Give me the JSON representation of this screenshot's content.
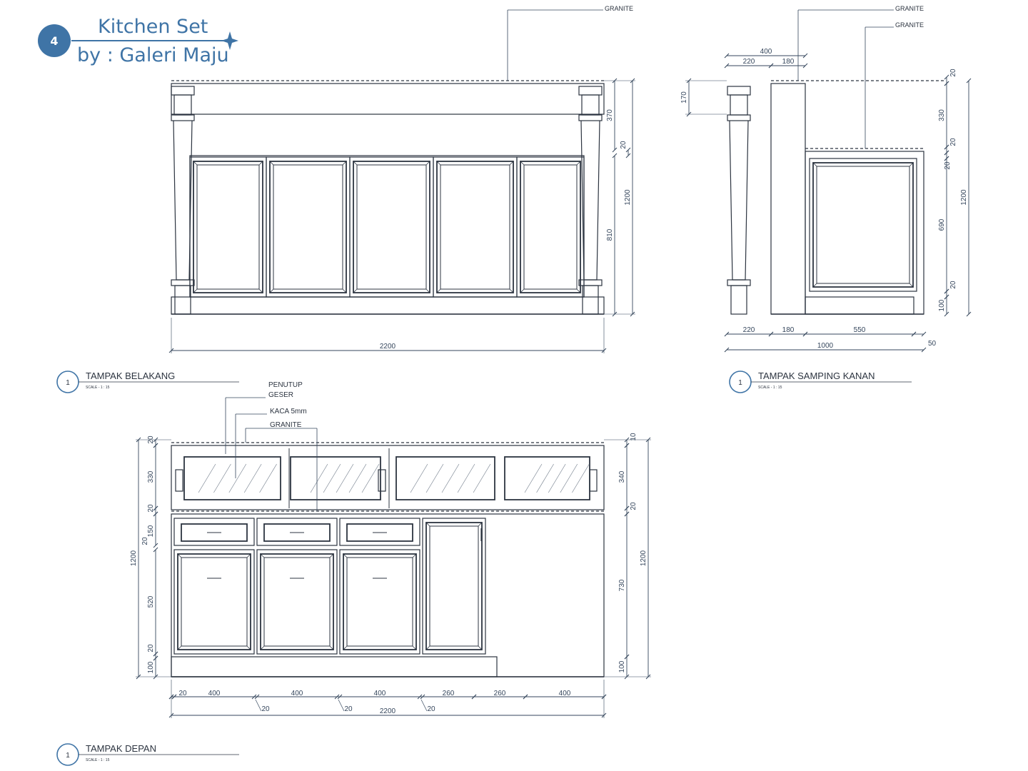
{
  "header": {
    "badge_number": "4",
    "title": "Kitchen Set",
    "subtitle": "by : Galeri Maju",
    "accent_color": "#3f74a6"
  },
  "colors": {
    "line": "#2c3440",
    "dim": "#35465c",
    "accent": "#3f74a6"
  },
  "back_view": {
    "title": "TAMPAK BELAKANG",
    "scale": "SCALE - 1 : 15",
    "number": "1",
    "material": "GRANITE",
    "dims": {
      "width": "2200",
      "top": "370",
      "gap": "20",
      "lower": "810",
      "total": "1200"
    }
  },
  "side_view": {
    "title": "TAMPAK SAMPING KANAN",
    "scale": "SCALE - 1 : 15",
    "number": "1",
    "material_1": "GRANITE",
    "material_2": "GRANITE",
    "dims": {
      "top_total": "400",
      "top_a": "220",
      "top_b": "180",
      "cap": "170",
      "h_top": "20",
      "h_upper": "330",
      "h_gap": "20",
      "h_panel_top": "20",
      "h_panel": "690",
      "h_panel_bottom": "20",
      "h_base": "100",
      "h_total": "1200",
      "bottom_a": "220",
      "bottom_b": "180",
      "bottom_c": "550",
      "bottom_total": "1000",
      "bottom_d": "50"
    }
  },
  "front_view": {
    "title": "TAMPAK DEPAN",
    "scale": "SCALE - 1 : 15",
    "number": "1",
    "label_cover_1": "PENUTUP",
    "label_cover_2": "GESER",
    "label_glass": "KACA 5mm",
    "label_granite": "GRANITE",
    "dims": {
      "l_top": "20",
      "l_upper": "330",
      "l_gap": "20",
      "l_drawer_gap": "20",
      "l_drawer": "150",
      "l_total": "1200",
      "l_door": "520",
      "l_bottom_gap": "20",
      "l_base": "100",
      "r_top": "10",
      "r_upper": "340",
      "r_gap": "20",
      "r_lower": "730",
      "r_base": "100",
      "r_total": "1200",
      "b1": "20",
      "b2": "400",
      "b3": "400",
      "b4": "400",
      "b5": "260",
      "b6": "260",
      "b7": "400",
      "s1": "20",
      "s2": "20",
      "s3": "20",
      "total": "2200"
    }
  }
}
